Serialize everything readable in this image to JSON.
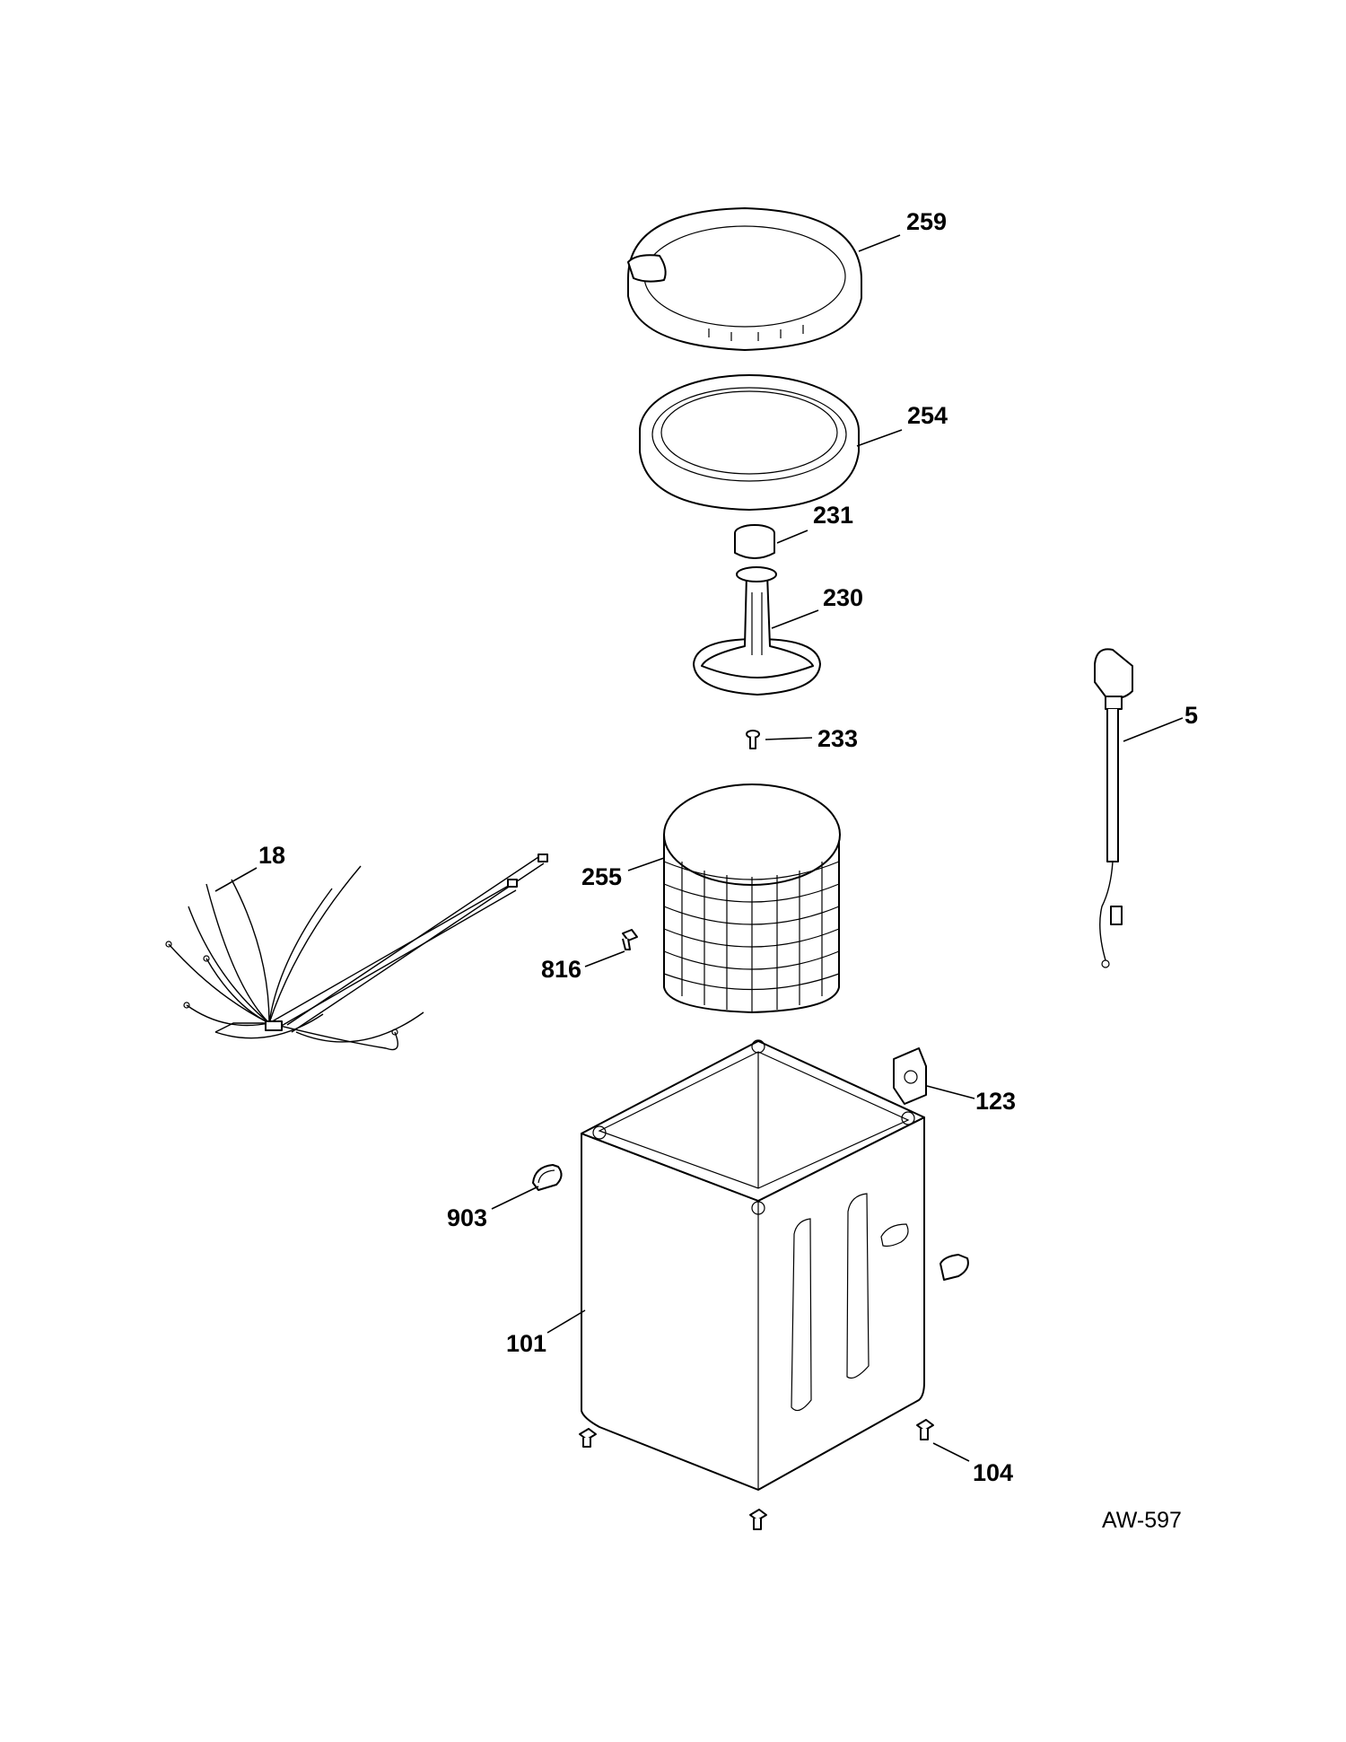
{
  "diagram": {
    "figure_id": "AW-597",
    "callouts": {
      "c259": "259",
      "c254": "254",
      "c231": "231",
      "c230": "230",
      "c233": "233",
      "c5": "5",
      "c18": "18",
      "c255": "255",
      "c816": "816",
      "c123": "123",
      "c903": "903",
      "c101": "101",
      "c104": "104"
    }
  }
}
